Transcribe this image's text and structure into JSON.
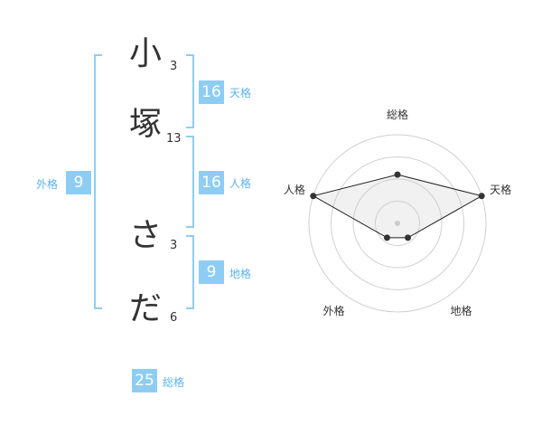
{
  "name": {
    "characters": [
      {
        "char": "小",
        "strokes": "3"
      },
      {
        "char": "塚",
        "strokes": "13"
      },
      {
        "char": "さ",
        "strokes": "3"
      },
      {
        "char": "だ",
        "strokes": "6"
      }
    ]
  },
  "fortune": {
    "tenkaku": {
      "label": "天格",
      "value": "16"
    },
    "jinkaku": {
      "label": "人格",
      "value": "16"
    },
    "chikaku": {
      "label": "地格",
      "value": "9"
    },
    "gaikaku": {
      "label": "外格",
      "value": "9"
    },
    "soukaku": {
      "label": "総格",
      "value": "25"
    }
  },
  "colors": {
    "accent": "#8ecdf3",
    "accent_text": "#5ab4e8",
    "text": "#333333"
  },
  "chart_data": {
    "type": "radar",
    "axes": [
      "総格",
      "天格",
      "地格",
      "外格",
      "人格"
    ],
    "values": [
      0.55,
      1.0,
      0.2,
      0.2,
      1.0
    ],
    "rings": 4,
    "range": [
      0,
      1
    ]
  }
}
